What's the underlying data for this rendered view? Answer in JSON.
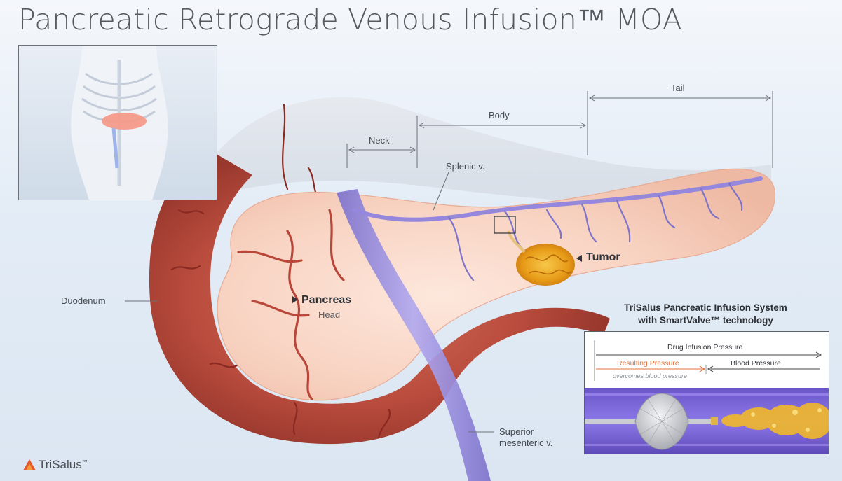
{
  "title": "Pancreatic Retrograde Venous Infusion™ MOA",
  "labels": {
    "tail": "Tail",
    "body": "Body",
    "neck": "Neck",
    "splenic_vein": "Splenic v.",
    "tumor": "Tumor",
    "duodenum": "Duodenum",
    "pancreas": "Pancreas",
    "head": "Head",
    "superior_mesenteric_line1": "Superior",
    "superior_mesenteric_line2": "mesenteric v."
  },
  "panel": {
    "title_line1": "TriSalus Pancreatic Infusion System",
    "title_line2": "with SmartValve™ technology",
    "drug_infusion_pressure": "Drug Infusion Pressure",
    "resulting_pressure": "Resulting Pressure",
    "overcomes": "overcomes blood pressure",
    "blood_pressure": "Blood Pressure"
  },
  "logo": {
    "text": "TriSalus",
    "tm": "™"
  },
  "colors": {
    "title_text": "#555a60",
    "duodenum": "#b84a3c",
    "pancreas": "#f6cfc0",
    "vein": "#9a8ee0",
    "tumor": "#e9a21a",
    "resulting_pressure": "#e0703a",
    "logo_accent": "#e4572e"
  }
}
